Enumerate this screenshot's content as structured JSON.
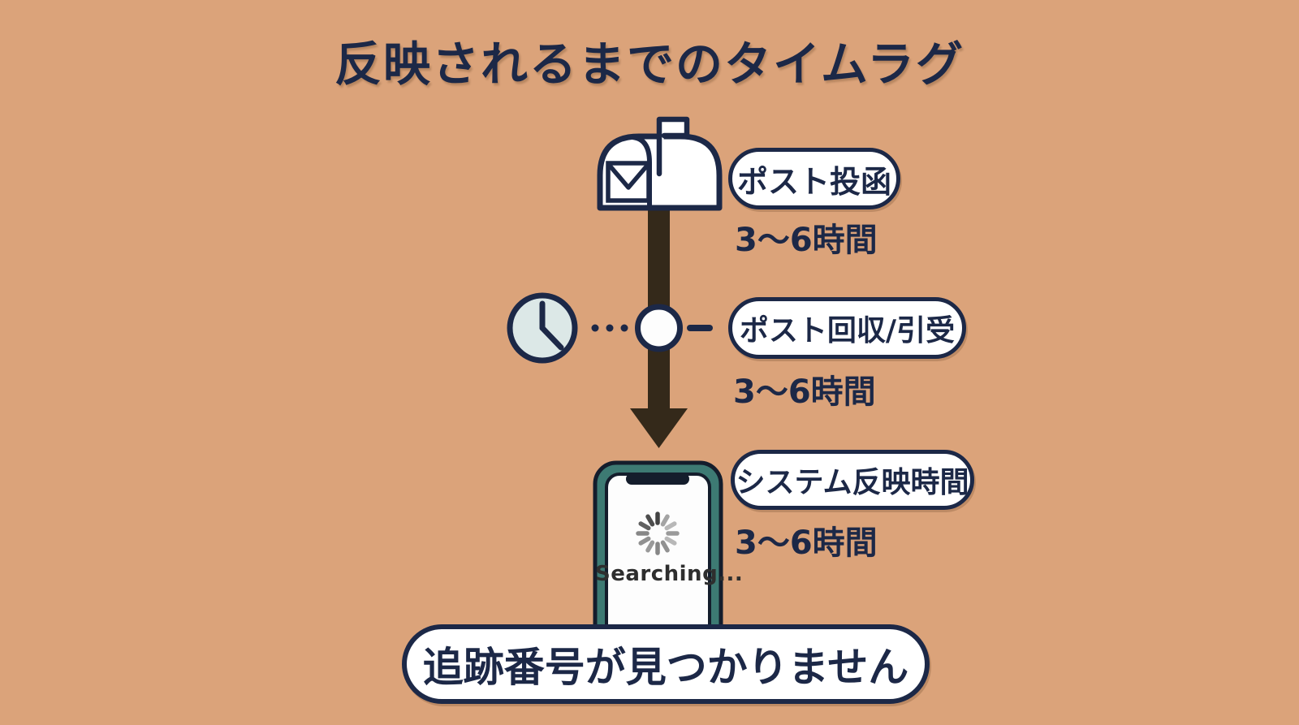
{
  "title": "反映されるまでのタイムラグ",
  "steps": [
    {
      "label": "ポスト投函",
      "duration": "3〜6時間",
      "icon": "mailbox-icon"
    },
    {
      "label": "ポスト回収/引受",
      "duration": "3〜6時間",
      "icon": "clock-icon"
    },
    {
      "label": "システム反映時間",
      "duration": "3〜6時間",
      "icon": "smartphone-icon"
    }
  ],
  "phone": {
    "status_text": "Searching...",
    "spinner": "loading-spinner-icon"
  },
  "footer": {
    "message": "追跡番号が見つかりません"
  },
  "colors": {
    "background": "#dba37a",
    "navy": "#1c2847",
    "arrow_brown": "#34291a",
    "pill_background": "#ffffff",
    "clock_face": "#dce8e7",
    "phone_frame_teal": "#3d7a73",
    "phone_screen": "#fdfdfd",
    "searching_text": "#2e2e2e"
  }
}
